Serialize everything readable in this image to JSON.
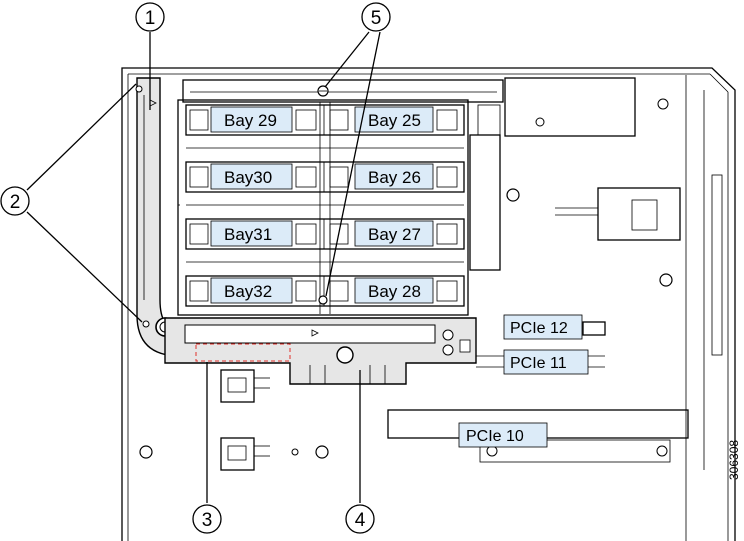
{
  "callouts": [
    "1",
    "2",
    "3",
    "4",
    "5"
  ],
  "bays": {
    "left": [
      "Bay 29",
      "Bay30",
      "Bay31",
      "Bay32"
    ],
    "right": [
      "Bay 25",
      "Bay 26",
      "Bay 27",
      "Bay 28"
    ]
  },
  "pcie": [
    "PCIe 12",
    "PCIe 11",
    "PCIe 10"
  ],
  "figure_id": "306308",
  "colors": {
    "label_fill": "#dcebf8",
    "handle_fill": "#e6e6e6",
    "dashed_box": "#e0302a"
  }
}
